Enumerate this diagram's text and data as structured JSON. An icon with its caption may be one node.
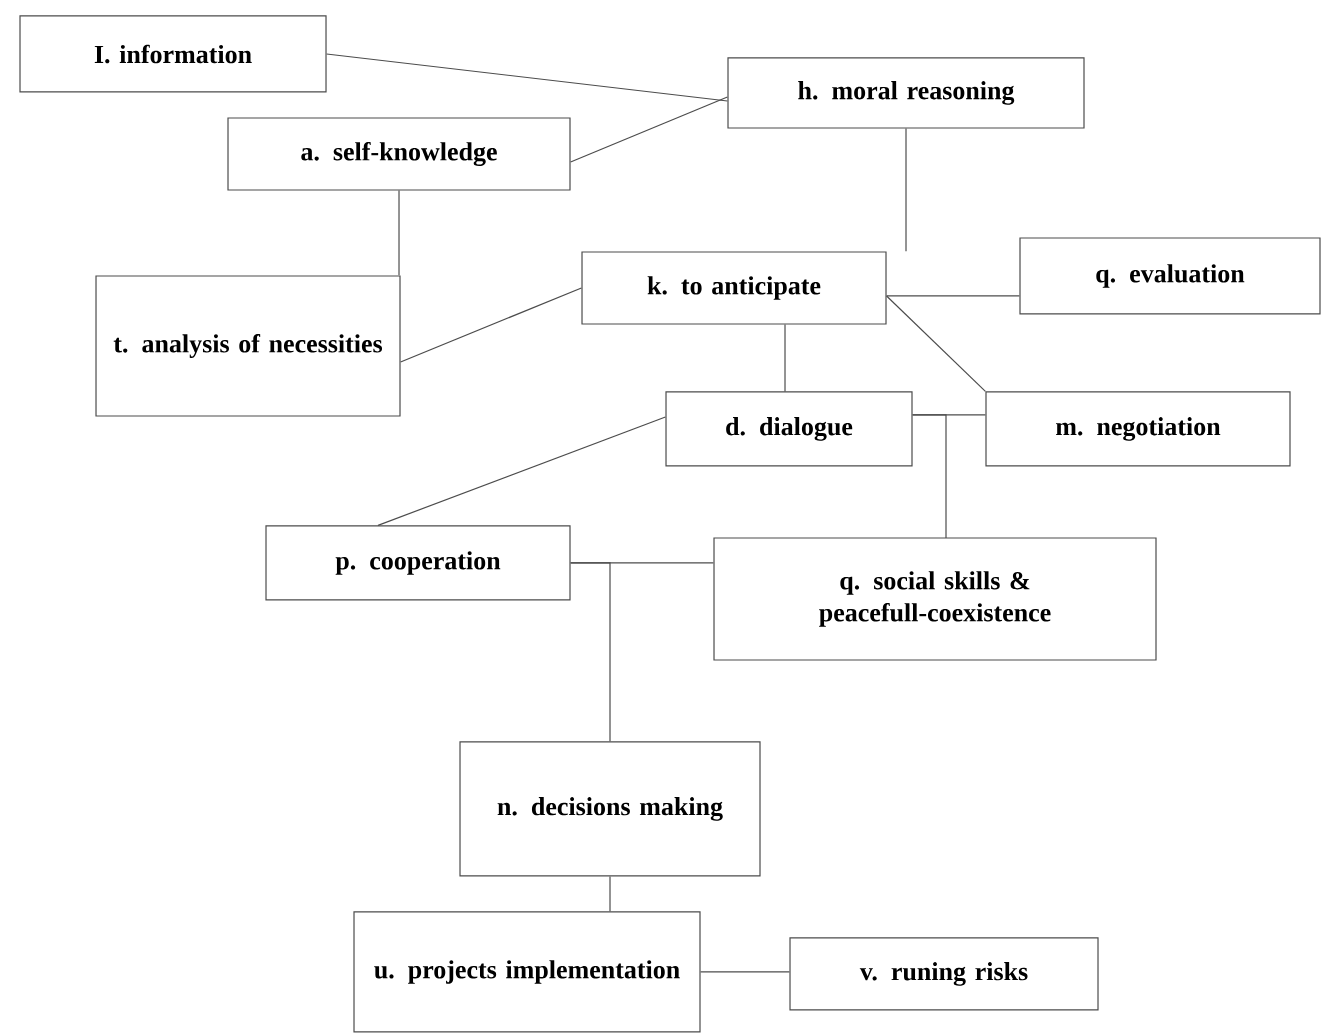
{
  "diagram": {
    "nodes": [
      {
        "text": [
          "I. information"
        ]
      },
      {
        "text": [
          "h. moral reasoning"
        ]
      },
      {
        "text": [
          "a. self-knowledge"
        ]
      },
      {
        "text": [
          "k. to anticipate"
        ]
      },
      {
        "text": [
          "q. evaluation"
        ]
      },
      {
        "text": [
          "t. analysis of necessities"
        ]
      },
      {
        "text": [
          "d. dialogue"
        ]
      },
      {
        "text": [
          "m. negotiation"
        ]
      },
      {
        "text": [
          "p. cooperation"
        ]
      },
      {
        "text": [
          "q. social skills & peacefull-coexistence"
        ]
      },
      {
        "text": [
          "n. decisions making"
        ]
      },
      {
        "text": [
          "u. projects implementation"
        ]
      },
      {
        "text": [
          "v. runing risks"
        ]
      }
    ],
    "edges": [
      {
        "from": 0,
        "to": 1,
        "arrow": "none"
      },
      {
        "from": 2,
        "to": 1,
        "arrow": "none"
      },
      {
        "from": 1,
        "to": 3,
        "arrow": "none"
      },
      {
        "from": 2,
        "to": 5,
        "arrow": "none"
      },
      {
        "from": 5,
        "to": 3,
        "arrow": "none"
      },
      {
        "from": 3,
        "to": 4,
        "arrow": "none"
      },
      {
        "from": 3,
        "to": 7,
        "arrow": "none"
      },
      {
        "from": 3,
        "to": 6,
        "arrow": "none"
      },
      {
        "from": 6,
        "to": 7,
        "arrow": "none"
      },
      {
        "from": 6,
        "to": 9,
        "arrow": "none"
      },
      {
        "from": 6,
        "to": 8,
        "arrow": "none"
      },
      {
        "from": 8,
        "to": 9,
        "arrow": "none"
      },
      {
        "from": 8,
        "to": 10,
        "arrow": "none"
      },
      {
        "from": 10,
        "to": 11,
        "arrow": "none"
      },
      {
        "from": 11,
        "to": 12,
        "arrow": "none"
      }
    ]
  }
}
